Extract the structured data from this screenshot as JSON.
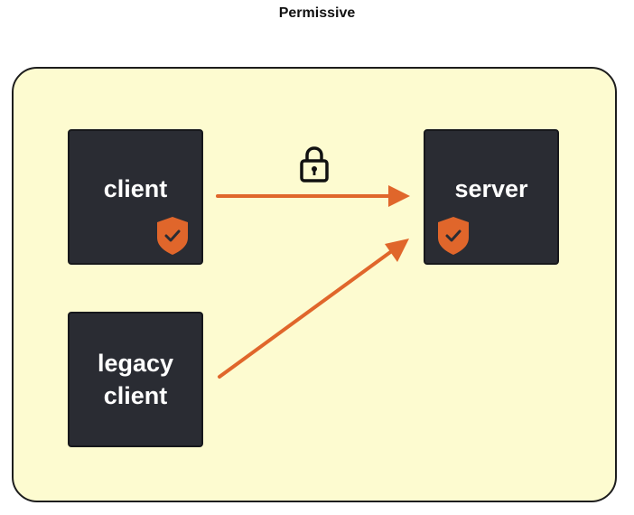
{
  "title": "Permissive",
  "nodes": {
    "client": "client",
    "server": "server",
    "legacy_client": "legacy\nclient"
  },
  "colors": {
    "zone_fill": "#fdfbd0",
    "node_fill": "#2a2c33",
    "accent": "#e0662b"
  },
  "icons": [
    "shield-check-icon",
    "lock-icon"
  ]
}
